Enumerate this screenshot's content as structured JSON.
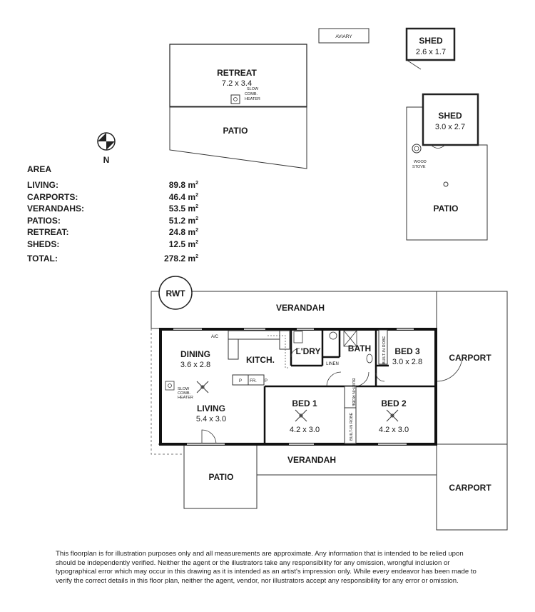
{
  "aviary": "AVIARY",
  "retreat": {
    "name": "RETREAT",
    "size": "7.2 x 3.4",
    "heater1": "SLOW",
    "heater2": "COMB.",
    "heater3": "HEATER"
  },
  "patio_top": "PATIO",
  "shed1": {
    "name": "SHED",
    "size": "2.6 x 1.7"
  },
  "shed2": {
    "name": "SHED",
    "size": "3.0 x 2.7"
  },
  "wood_stove1": "WOOD",
  "wood_stove2": "STOVE",
  "patio_right": "PATIO",
  "compass": {
    "north_label": "N"
  },
  "area": {
    "heading": "AREA",
    "rows": [
      {
        "label": "LIVING:",
        "value": "89.8 m",
        "sup": "2"
      },
      {
        "label": "CARPORTS:",
        "value": "46.4 m",
        "sup": "2"
      },
      {
        "label": "VERANDAHS:",
        "value": "53.5 m",
        "sup": "2"
      },
      {
        "label": "PATIOS:",
        "value": "51.2 m",
        "sup": "2"
      },
      {
        "label": "RETREAT:",
        "value": "24.8 m",
        "sup": "2"
      },
      {
        "label": "SHEDS:",
        "value": "12.5 m",
        "sup": "2"
      }
    ],
    "total": {
      "label": "TOTAL:",
      "value": "278.2 m",
      "sup": "2"
    }
  },
  "house": {
    "rwt": "RWT",
    "verandah_top": "VERANDAH",
    "verandah_bottom": "VERANDAH",
    "carport_right": "CARPORT",
    "carport_bottom": "CARPORT",
    "patio_bottom": "PATIO",
    "ac": "A/C",
    "dining": {
      "name": "DINING",
      "size": "3.6 x 2.8"
    },
    "kitchen": {
      "name": "KITCH."
    },
    "laundry": {
      "name": "L'DRY"
    },
    "linen": "LINEN",
    "bath": {
      "name": "BATH"
    },
    "built_in_robe": "BUILT-IN ROBE",
    "bed3": {
      "name": "BED 3",
      "size": "3.0 x 2.8"
    },
    "bed1": {
      "name": "BED 1",
      "size": "4.2 x 3.0"
    },
    "bed2": {
      "name": "BED 2",
      "size": "4.2 x 3.0"
    },
    "living": {
      "name": "LIVING",
      "size": "5.4 x 3.0"
    },
    "heater1": "SLOW",
    "heater2": "COMB.",
    "heater3": "HEATER",
    "pantry_p": "P",
    "pantry_fr": "FR."
  },
  "disclaimer": "This floorplan is for illustration purposes only and all measurements are approximate. Any information that is intended to be relied upon should be independently verified. Neither the agent or the illustrators take any responsibility for any omission, wrongful inclusion or typographical error which may occur in this drawing as it is intended as an artist's impression only. While every endeavor has been made to verify the correct details in this floor plan, neither the agent, vendor, nor illustrators accept any responsibility for any error or omission."
}
